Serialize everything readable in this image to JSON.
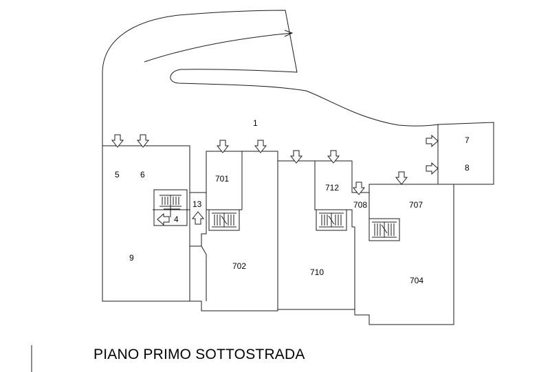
{
  "drawing": {
    "title": "PIANO PRIMO SOTTOSTRADA",
    "units": [
      {
        "id": "unit-1",
        "label": "1"
      },
      {
        "id": "unit-5",
        "label": "5"
      },
      {
        "id": "unit-6",
        "label": "6"
      },
      {
        "id": "unit-701",
        "label": "701"
      },
      {
        "id": "unit-712",
        "label": "712"
      },
      {
        "id": "unit-7",
        "label": "7"
      },
      {
        "id": "unit-8",
        "label": "8"
      },
      {
        "id": "unit-13",
        "label": "13"
      },
      {
        "id": "unit-4",
        "label": "4"
      },
      {
        "id": "unit-708",
        "label": "708"
      },
      {
        "id": "unit-707",
        "label": "707"
      },
      {
        "id": "unit-9",
        "label": "9"
      },
      {
        "id": "unit-702",
        "label": "702"
      },
      {
        "id": "unit-710",
        "label": "710"
      },
      {
        "id": "unit-704",
        "label": "704"
      }
    ]
  },
  "colors": {
    "line": "#1a1a1a",
    "background": "#ffffff",
    "text": "#000000"
  },
  "icons": {
    "entry_arrow": "arrow-down-icon",
    "side_arrow": "arrow-right-icon",
    "left_arrow": "arrow-left-icon",
    "up_arrow": "arrow-up-icon",
    "stairs": "staircase-icon"
  }
}
